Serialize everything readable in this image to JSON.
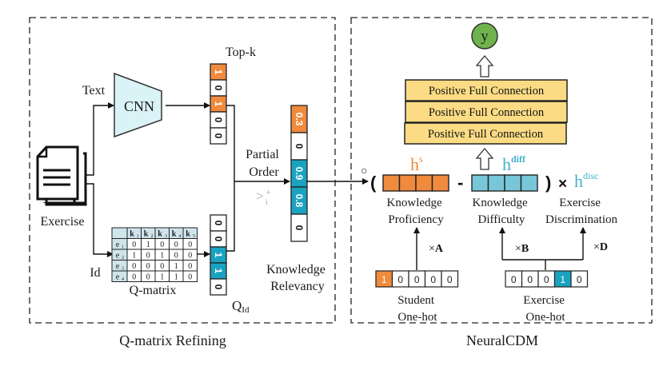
{
  "colors": {
    "orange": "#f08a3c",
    "teal": "#1aa3c0",
    "light_blue": "#78c7d8",
    "cnn_fill": "#d9f3f7",
    "fc_fill": "#fbdc84",
    "output_green": "#6fb34c",
    "header_cell": "#cfe5ec",
    "hs_label": "#f08a3c",
    "hdiff_label": "#3fb0cc"
  },
  "left_panel": {
    "caption": "Q-matrix Refining",
    "exercise_label": "Exercise",
    "text_label": "Text",
    "id_label": "Id",
    "cnn_label": "CNN",
    "topk_label": "Top-k",
    "topk_vector": [
      {
        "value": "1",
        "highlight": "orange"
      },
      {
        "value": "0",
        "highlight": "none"
      },
      {
        "value": "1",
        "highlight": "orange"
      },
      {
        "value": "0",
        "highlight": "none"
      },
      {
        "value": "0",
        "highlight": "none"
      }
    ],
    "qid_label_main": "Q",
    "qid_label_sub": "Id",
    "qid_vector": [
      {
        "value": "0",
        "highlight": "none"
      },
      {
        "value": "0",
        "highlight": "none"
      },
      {
        "value": "1",
        "highlight": "teal"
      },
      {
        "value": "1",
        "highlight": "teal"
      },
      {
        "value": "0",
        "highlight": "none"
      }
    ],
    "partial_order_label": [
      "Partial",
      "Order"
    ],
    "partial_order_symbol": ">",
    "partial_order_sub": "i",
    "partial_order_sup": "+",
    "relevancy_vector": [
      {
        "value": "0.3",
        "highlight": "orange"
      },
      {
        "value": "0",
        "highlight": "none"
      },
      {
        "value": "0.9",
        "highlight": "teal"
      },
      {
        "value": "0.8",
        "highlight": "teal"
      },
      {
        "value": "0",
        "highlight": "none"
      }
    ],
    "relevancy_label": [
      "Knowledge",
      "Relevancy"
    ],
    "qmatrix": {
      "label": "Q-matrix",
      "col_headers": [
        "k",
        "k",
        "k",
        "k",
        "k"
      ],
      "col_subs": [
        "1",
        "2",
        "3",
        "4",
        "5"
      ],
      "row_headers": [
        "e",
        "e",
        "e",
        "e"
      ],
      "row_subs": [
        "1",
        "2",
        "3",
        "4"
      ],
      "rows": [
        [
          "0",
          "1",
          "0",
          "0",
          "0"
        ],
        [
          "1",
          "0",
          "1",
          "0",
          "0"
        ],
        [
          "0",
          "0",
          "0",
          "1",
          "0"
        ],
        [
          "0",
          "0",
          "1",
          "1",
          "0"
        ]
      ]
    }
  },
  "right_panel": {
    "caption": "NeuralCDM",
    "output_label": "y",
    "fc_layers": [
      "Positive Full Connection",
      "Positive Full Connection",
      "Positive Full Connection"
    ],
    "hadamard_symbol": "○",
    "open_paren": "(",
    "minus": "-",
    "close_paren": ")",
    "times": "×",
    "hs": {
      "base": "h",
      "sup": "s"
    },
    "hdiff": {
      "base": "h",
      "sup": "diff"
    },
    "hdisc": {
      "base": "h",
      "sup": "disc"
    },
    "proficiency_label": [
      "Knowledge",
      "Proficiency"
    ],
    "difficulty_label": [
      "Knowledge",
      "Difficulty"
    ],
    "discrimination_label": [
      "Exercise",
      "Discrimination"
    ],
    "mult_A": {
      "sym": "×",
      "letter": "A"
    },
    "mult_B": {
      "sym": "×",
      "letter": "B"
    },
    "mult_D": {
      "sym": "×",
      "letter": "D"
    },
    "student_onehot": {
      "values": [
        {
          "value": "1",
          "highlight": "orange"
        },
        {
          "value": "0",
          "highlight": "none"
        },
        {
          "value": "0",
          "highlight": "none"
        },
        {
          "value": "0",
          "highlight": "none"
        },
        {
          "value": "0",
          "highlight": "none"
        }
      ],
      "label": [
        "Student",
        "One-hot"
      ]
    },
    "exercise_onehot": {
      "values": [
        {
          "value": "0",
          "highlight": "none"
        },
        {
          "value": "0",
          "highlight": "none"
        },
        {
          "value": "0",
          "highlight": "none"
        },
        {
          "value": "1",
          "highlight": "teal"
        },
        {
          "value": "0",
          "highlight": "none"
        }
      ],
      "label": [
        "Exercise",
        "One-hot"
      ]
    }
  }
}
